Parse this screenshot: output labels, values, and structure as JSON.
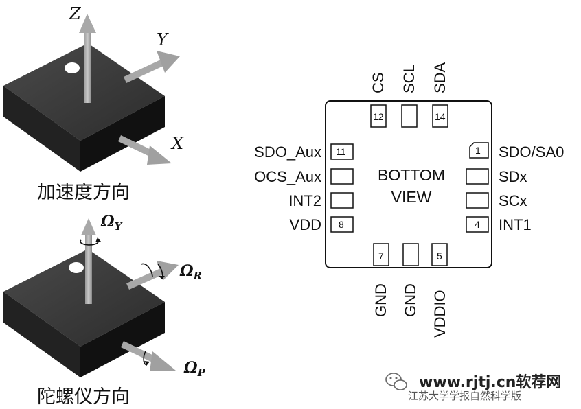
{
  "accelerometer": {
    "caption": "加速度方向",
    "axis_z": "Z",
    "axis_y": "Y",
    "axis_x": "X"
  },
  "gyroscope": {
    "caption": "陀螺仪方向",
    "omega_y": "Ω",
    "omega_y_sub": "Y",
    "omega_r": "Ω",
    "omega_r_sub": "R",
    "omega_p": "Ω",
    "omega_p_sub": "P"
  },
  "chip": {
    "center_line1": "BOTTOM",
    "center_line2": "VIEW",
    "top_pins": [
      "CS",
      "SCL",
      "SDA"
    ],
    "bottom_pins": [
      "GND",
      "GND",
      "VDDIO"
    ],
    "left_pins": [
      "SDO_Aux",
      "OCS_Aux",
      "INT2",
      "VDD"
    ],
    "right_pins": [
      "SDO/SA0",
      "SDx",
      "SCx",
      "INT1"
    ],
    "pin_numbers": {
      "p1": "1",
      "p4": "4",
      "p5": "5",
      "p7": "7",
      "p8": "8",
      "p11": "11",
      "p12": "12",
      "p14": "14"
    }
  },
  "watermark": {
    "site": "www.rjtj.cn软荐网",
    "source": "江苏大学学报自然科学版"
  }
}
